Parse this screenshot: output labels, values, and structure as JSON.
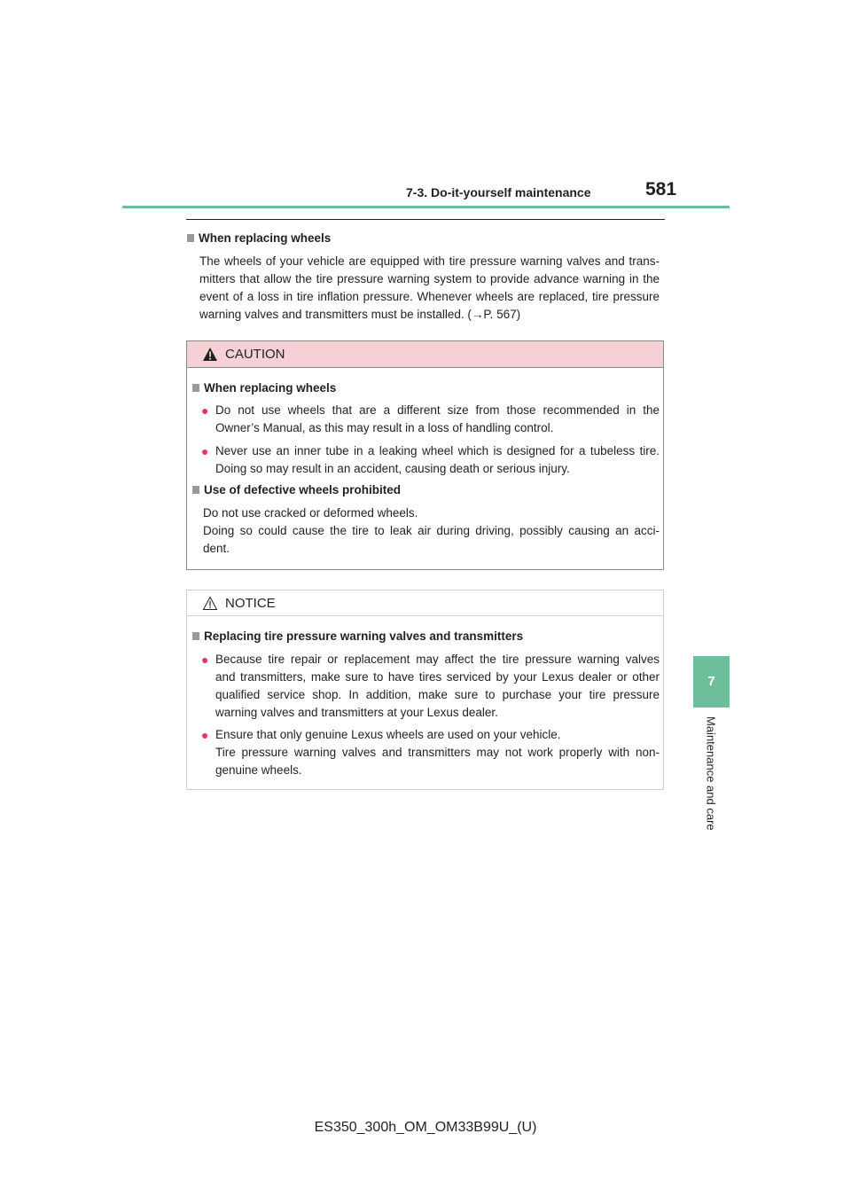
{
  "header": {
    "section": "7-3. Do-it-yourself maintenance",
    "page_number": "581"
  },
  "side_tab": {
    "number": "7",
    "label": "Maintenance and care"
  },
  "intro": {
    "heading": "When replacing wheels",
    "lines": [
      "The wheels of your vehicle are equipped with tire pressure warning valves and trans-",
      "mitters that allow the tire pressure warning system to provide advance warning in the",
      "event of a loss in tire inflation pressure. Whenever wheels are replaced, tire pressure",
      "warning valves and transmitters must be installed. (→P. 567)"
    ]
  },
  "caution": {
    "title": "CAUTION",
    "section1_heading": "When replacing wheels",
    "bullet1_lines": [
      "Do not use wheels that are a different size from those recommended in the",
      "Owner’s Manual, as this may result in a loss of handling control."
    ],
    "bullet2_lines": [
      "Never use an inner tube in a leaking wheel which is designed for a tubeless tire.",
      "Doing so may result in an accident, causing death or serious injury."
    ],
    "section2_heading": "Use of defective wheels prohibited",
    "section2_lines": [
      "Do not use cracked or deformed wheels.",
      "Doing so could cause the tire to leak air during driving, possibly causing an acci-",
      "dent."
    ]
  },
  "notice": {
    "title": "NOTICE",
    "heading": "Replacing tire pressure warning valves and transmitters",
    "bullet1_lines": [
      "Because tire repair or replacement may affect the tire pressure warning valves",
      "and transmitters, make sure to have tires serviced by your Lexus dealer or other",
      "qualified service shop. In addition, make sure to purchase your tire pressure",
      "warning valves and transmitters at your Lexus dealer."
    ],
    "bullet2_lines": [
      "Ensure that only genuine Lexus wheels are used on your vehicle.",
      "Tire pressure warning valves and transmitters may not work properly with non-",
      "genuine wheels."
    ]
  },
  "footer": {
    "doc_id": "ES350_300h_OM_OM33B99U_(U)"
  },
  "colors": {
    "accent_green": "#6dbf9c",
    "caution_fill": "#f5d0d4",
    "bullet_pink": "#e8336b"
  }
}
